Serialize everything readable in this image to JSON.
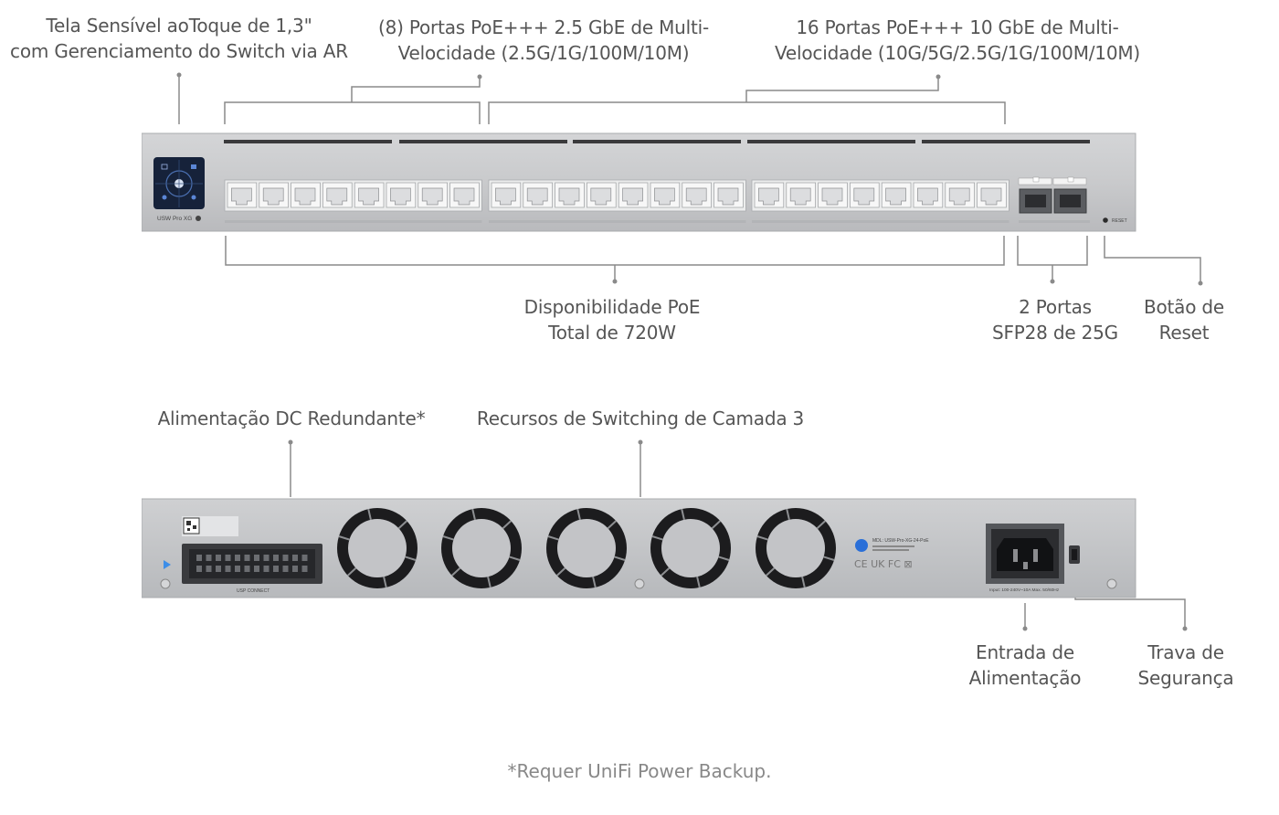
{
  "front_labels": {
    "touchscreen": [
      "Tela Sensível aoToque de 1,3\"",
      "com Gerenciamento do Switch via AR"
    ],
    "ports_2_5g": [
      "(8) Portas PoE+++ 2.5 GbE de Multi-",
      "Velocidade (2.5G/1G/100M/10M)"
    ],
    "ports_10g": [
      "16 Portas PoE+++ 10 GbE de Multi-",
      "Velocidade (10G/5G/2.5G/1G/100M/10M)"
    ],
    "poe_budget": [
      "Disponibilidade PoE",
      "Total de 720W"
    ],
    "sfp28": [
      "2 Portas",
      "SFP28 de 25G"
    ],
    "reset": [
      "Botão de",
      "Reset"
    ]
  },
  "back_labels": {
    "dc_power": "Alimentação DC Redundante*",
    "layer3": "Recursos de Switching de Camada 3",
    "power_input": [
      "Entrada de",
      "Alimentação"
    ],
    "security_lock": [
      "Trava de",
      "Segurança"
    ]
  },
  "device_print": {
    "model": "USW Pro XG",
    "reset": "RESET",
    "usp_connect": "USP CONNECT",
    "label_back": "MDL: USW-Pro-XG-24-PoE",
    "input_rating": "Input: 100-240V~10A Max. 50/60Hz"
  },
  "footnote": "*Requer UniFi Power Backup.",
  "colors": {
    "chassis": "#c9cacc",
    "chassis_edge": "#a9abae",
    "port_block": "#e9eaeb",
    "text": "#555555",
    "lines": "#8a8a8a"
  }
}
